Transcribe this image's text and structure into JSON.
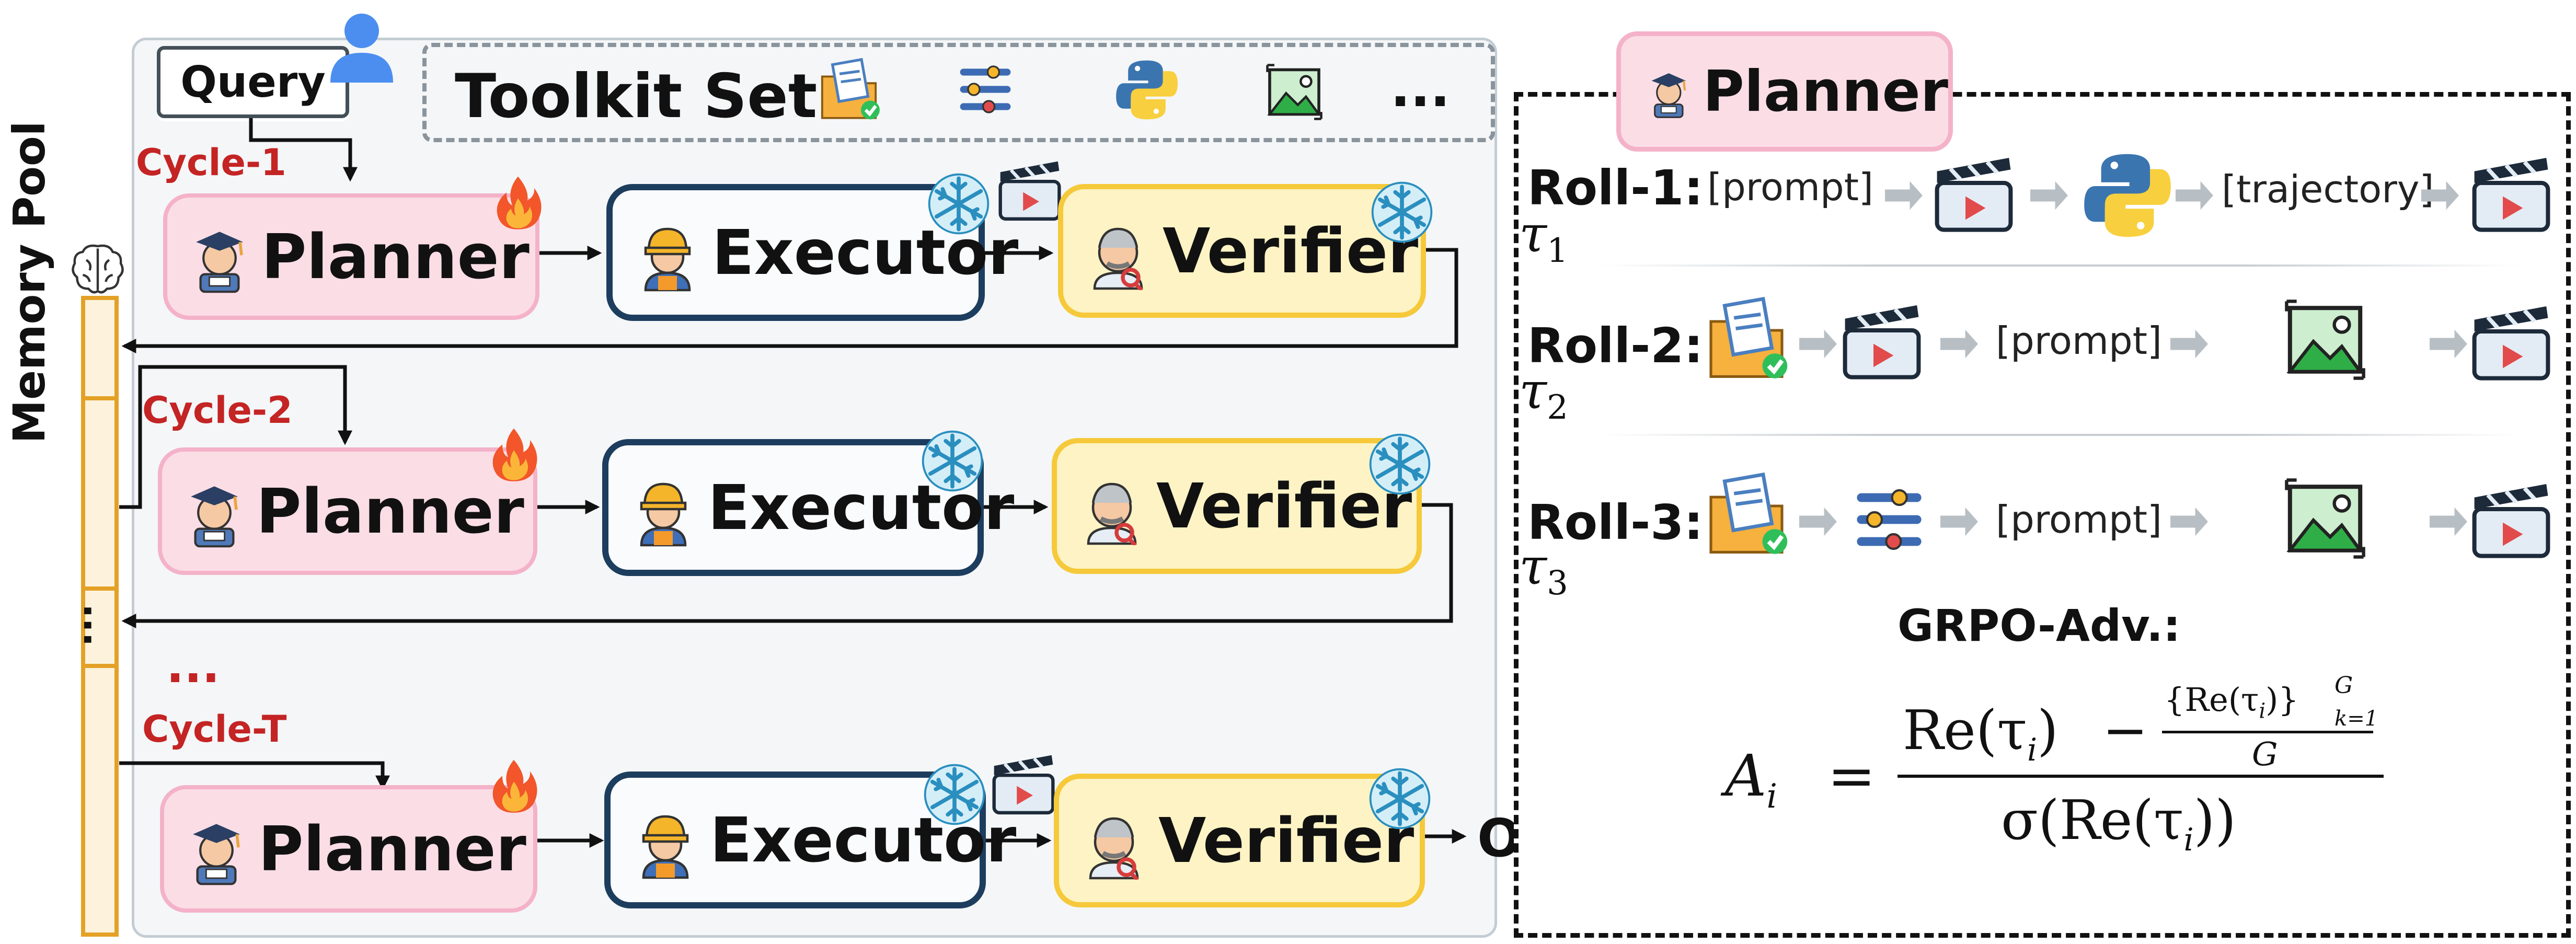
{
  "left_panel": {
    "query_label": "Query",
    "toolkit_label": "Toolkit Set:",
    "toolkit_more": "...",
    "memory_pool_label": "Memory Pool",
    "memory_dots": "...",
    "cycles_ellipsis": "...",
    "output_label": "Output",
    "cycles": [
      {
        "label": "Cycle-1",
        "planner": "Planner",
        "executor": "Executor",
        "verifier": "Verifier"
      },
      {
        "label": "Cycle-2",
        "planner": "Planner",
        "executor": "Executor",
        "verifier": "Verifier"
      },
      {
        "label": "Cycle-T",
        "planner": "Planner",
        "executor": "Executor",
        "verifier": "Verifier"
      }
    ]
  },
  "right_panel": {
    "planner_label": "Planner",
    "rolls": [
      {
        "label": "Roll-1:",
        "tau": "τ",
        "tau_sub": "1",
        "steps": [
          "[prompt]",
          "[trajectory]"
        ]
      },
      {
        "label": "Roll-2:",
        "tau": "τ",
        "tau_sub": "2",
        "steps": [
          "[prompt]"
        ]
      },
      {
        "label": "Roll-3:",
        "tau": "τ",
        "tau_sub": "3",
        "steps": [
          "[prompt]"
        ]
      }
    ],
    "grpo_label": "GRPO-Adv.:",
    "formula": {
      "lhs": "A",
      "lhs_sub": "i",
      "equals": "=",
      "num_term": "Re(τ",
      "num_term_sub": "i",
      "num_term_close": ")",
      "minus": "−",
      "inner_num": "{Re(τ",
      "inner_num_sub": "i",
      "inner_num_close": ")}",
      "inner_sup": "G",
      "inner_sub": "k=1",
      "inner_den": "G",
      "den": "σ(Re(τ",
      "den_sub": "i",
      "den_close": "))"
    }
  },
  "colors": {
    "planner_fill": "#fbdde6",
    "planner_border": "#f4b2c9",
    "executor_border": "#1d3d5e",
    "verifier_fill": "#fdf3c4",
    "verifier_border": "#f6c93a",
    "cycle_red": "#c42424",
    "memory_border": "#e4a126",
    "arrow_gray": "#b8bfc4"
  },
  "icons": [
    "user-icon",
    "document-check-icon",
    "sliders-icon",
    "python-icon",
    "image-icon",
    "graduate-icon",
    "fire-icon",
    "worker-icon",
    "snowflake-icon",
    "clapperboard-icon",
    "doctor-icon",
    "brain-icon"
  ]
}
